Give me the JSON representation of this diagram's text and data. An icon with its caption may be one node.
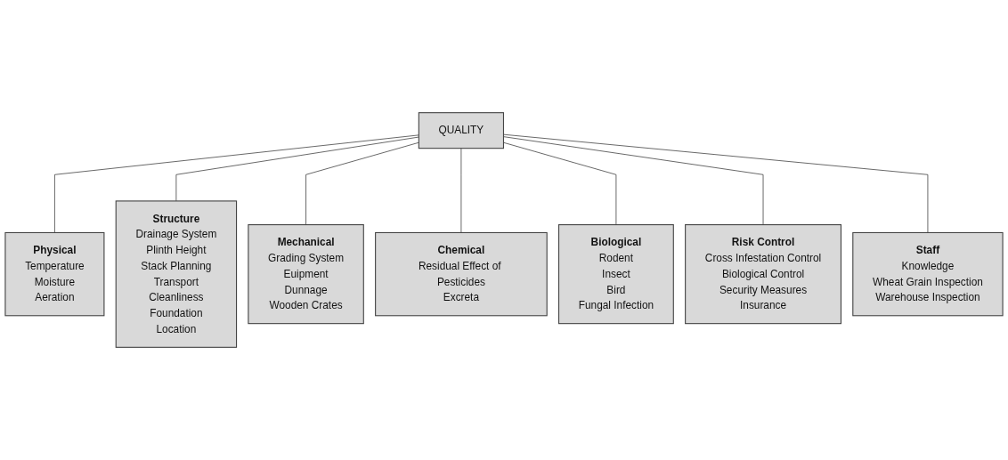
{
  "diagram": {
    "nodes": [
      {
        "text": [
          "QUALITY"
        ]
      },
      {
        "text": [
          "Physical",
          "Temperature",
          "Moisture",
          "Aeration"
        ]
      },
      {
        "text": [
          "Structure",
          "Drainage System",
          "Plinth Height",
          "Stack Planning",
          "Transport",
          "Cleanliness",
          "Foundation",
          "Location"
        ]
      },
      {
        "text": [
          "Mechanical",
          "Grading System",
          "Euipment",
          "Dunnage",
          "Wooden Crates"
        ]
      },
      {
        "text": [
          "Chemical",
          "Residual Effect of Pesticides",
          "Excreta"
        ]
      },
      {
        "text": [
          "Biological",
          "Rodent",
          "Insect",
          "Bird",
          "Fungal Infection"
        ]
      },
      {
        "text": [
          "Risk Control",
          "Cross Infestation Control",
          "Biological Control",
          "Security Measures",
          "Insurance"
        ]
      },
      {
        "text": [
          "Staff",
          "Knowledge",
          "Wheat Grain Inspection",
          "Warehouse Inspection"
        ]
      }
    ],
    "edges": [
      {
        "from": 0,
        "to": 1,
        "arrow": "none"
      },
      {
        "from": 0,
        "to": 2,
        "arrow": "none"
      },
      {
        "from": 0,
        "to": 3,
        "arrow": "none"
      },
      {
        "from": 0,
        "to": 4,
        "arrow": "none"
      },
      {
        "from": 0,
        "to": 5,
        "arrow": "none"
      },
      {
        "from": 0,
        "to": 6,
        "arrow": "none"
      },
      {
        "from": 0,
        "to": 7,
        "arrow": "none"
      }
    ]
  }
}
